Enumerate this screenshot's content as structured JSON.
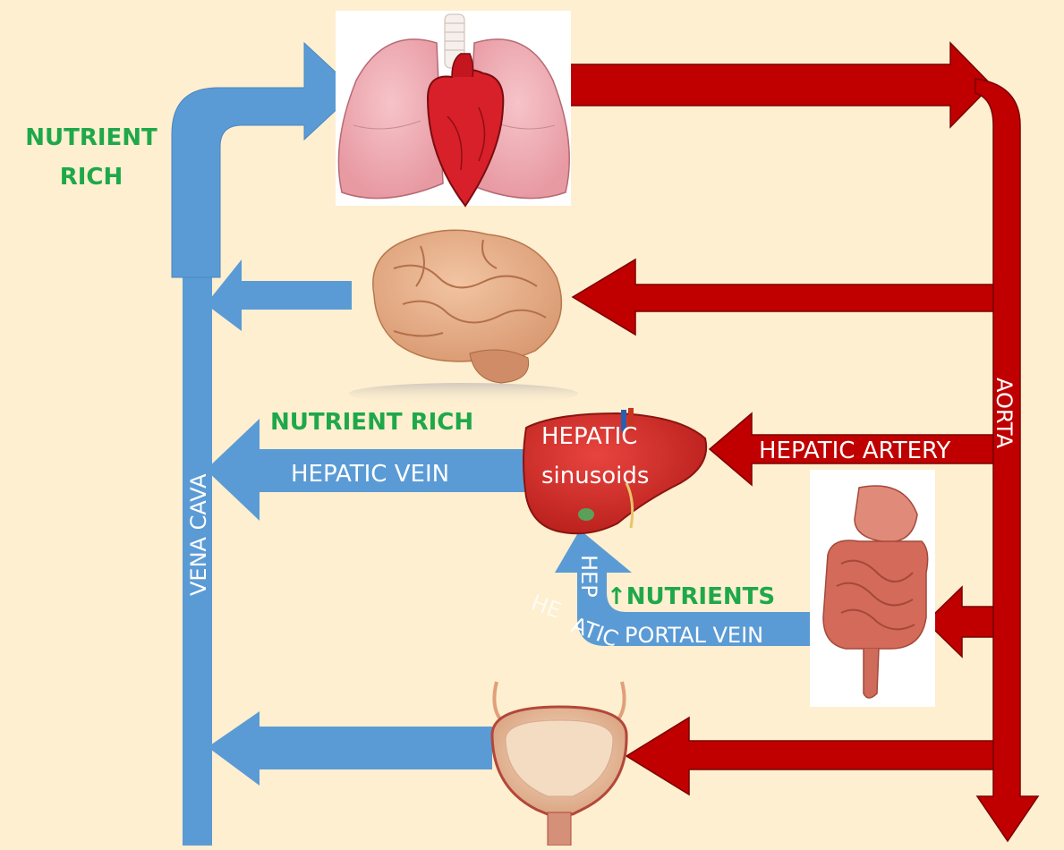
{
  "colors": {
    "background": "#fdefcf",
    "vein_blue": "#5b9bd5",
    "artery_red": "#c00000",
    "nutrient_green": "#1fa84a",
    "label_white": "#ffffff"
  },
  "labels": {
    "nutrient_rich_top_line1": "NUTRIENT",
    "nutrient_rich_top_line2": "RICH",
    "vena_cava": "VENA CAVA",
    "aorta": "AORTA",
    "nutrient_rich_liver": "NUTRIENT RICH",
    "hepatic_vein": "HEPATIC VEIN",
    "hepatic_artery": "HEPATIC ARTERY",
    "hepatic_sinusoids_line1": "HEPATIC",
    "hepatic_sinusoids_line2": "sinusoids",
    "nutrients_up": "↑NUTRIENTS",
    "portal_vein_vertical": "HEP",
    "portal_vein_curve": "ATIC",
    "portal_vein_ghost": "HE",
    "portal_vein_horizontal": "PORTAL VEIN"
  },
  "icons": {
    "heart_lungs": "heart-lungs-icon",
    "brain": "brain-icon",
    "liver": "liver-icon",
    "intestines": "intestines-icon",
    "bladder": "bladder-icon"
  }
}
